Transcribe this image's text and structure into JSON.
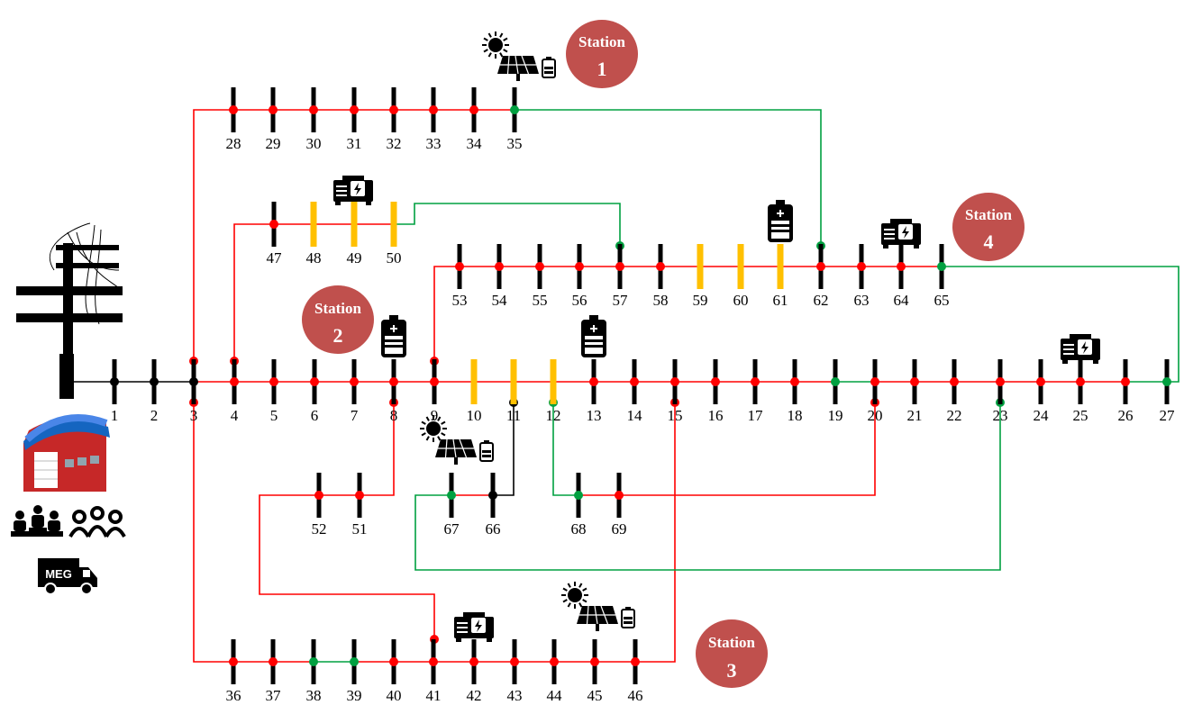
{
  "stations": [
    {
      "line1": "Station",
      "line2": "1"
    },
    {
      "line1": "Station",
      "line2": "2"
    },
    {
      "line1": "Station",
      "line2": "3"
    },
    {
      "line1": "Station",
      "line2": "4"
    }
  ],
  "truck_label": "MEG",
  "nodes": [
    "1",
    "2",
    "3",
    "4",
    "5",
    "6",
    "7",
    "8",
    "9",
    "10",
    "11",
    "12",
    "13",
    "14",
    "15",
    "16",
    "17",
    "18",
    "19",
    "20",
    "21",
    "22",
    "23",
    "24",
    "25",
    "26",
    "27",
    "28",
    "29",
    "30",
    "31",
    "32",
    "33",
    "34",
    "35",
    "36",
    "37",
    "38",
    "39",
    "40",
    "41",
    "42",
    "43",
    "44",
    "45",
    "46",
    "47",
    "48",
    "49",
    "50",
    "51",
    "52",
    "53",
    "54",
    "55",
    "56",
    "57",
    "58",
    "59",
    "60",
    "61",
    "62",
    "63",
    "64",
    "65",
    "66",
    "67",
    "68",
    "69"
  ],
  "colors": {
    "energized_line": "#ff0000",
    "tie_line": "#00a040",
    "dead_line": "#000000",
    "station_badge": "#c0504d",
    "bus_bar": "#000000",
    "bus_bar_alt": "#ffc000"
  }
}
